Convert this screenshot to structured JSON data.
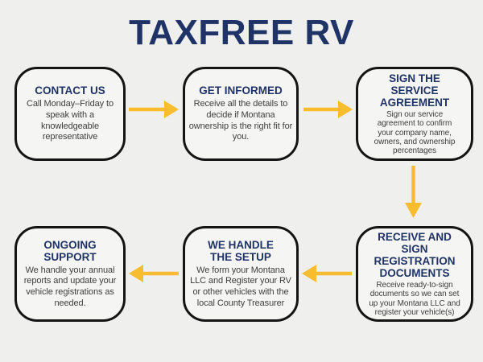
{
  "title": "TAXFREE RV",
  "colors": {
    "background": "#EFEFED",
    "box_fill": "#F5F5F3",
    "box_border": "#141414",
    "heading": "#1F3366",
    "body_text": "#3E3E3E",
    "arrow": "#F7BD2E"
  },
  "steps": [
    {
      "id": "contact-us",
      "heading": "CONTACT US",
      "body": "Call Monday–Friday to speak with a knowledgeable representative"
    },
    {
      "id": "get-informed",
      "heading": "GET INFORMED",
      "body": "Receive all the details to decide if Montana ownership is the right fit for you."
    },
    {
      "id": "sign-the-service-agreement",
      "heading": "SIGN THE SERVICE AGREEMENT",
      "body": "Sign our service agreement to confirm your company name, owners, and ownership percentages"
    },
    {
      "id": "receive-and-sign-registration-documents",
      "heading": "RECEIVE AND SIGN REGISTRATION DOCUMENTS",
      "body": "Receive ready-to-sign documents so we can set up your Montana LLC and register your vehicle(s)"
    },
    {
      "id": "we-handle-the-setup",
      "heading": "WE HANDLE THE SETUP",
      "body": "We form your Montana LLC and Register your RV or other vehicles with the local County Treasurer"
    },
    {
      "id": "ongoing-support",
      "heading": "ONGOING SUPPORT",
      "body": "We handle your annual reports and update your vehicle registrations as needed."
    }
  ],
  "arrows": [
    {
      "from": "CONTACT US",
      "to": "GET INFORMED",
      "direction": "right"
    },
    {
      "from": "GET INFORMED",
      "to": "SIGN THE SERVICE AGREEMENT",
      "direction": "right"
    },
    {
      "from": "SIGN THE SERVICE AGREEMENT",
      "to": "RECEIVE AND SIGN REGISTRATION DOCUMENTS",
      "direction": "down"
    },
    {
      "from": "RECEIVE AND SIGN REGISTRATION DOCUMENTS",
      "to": "WE HANDLE THE SETUP",
      "direction": "left"
    },
    {
      "from": "WE HANDLE THE SETUP",
      "to": "ONGOING SUPPORT",
      "direction": "left"
    }
  ]
}
